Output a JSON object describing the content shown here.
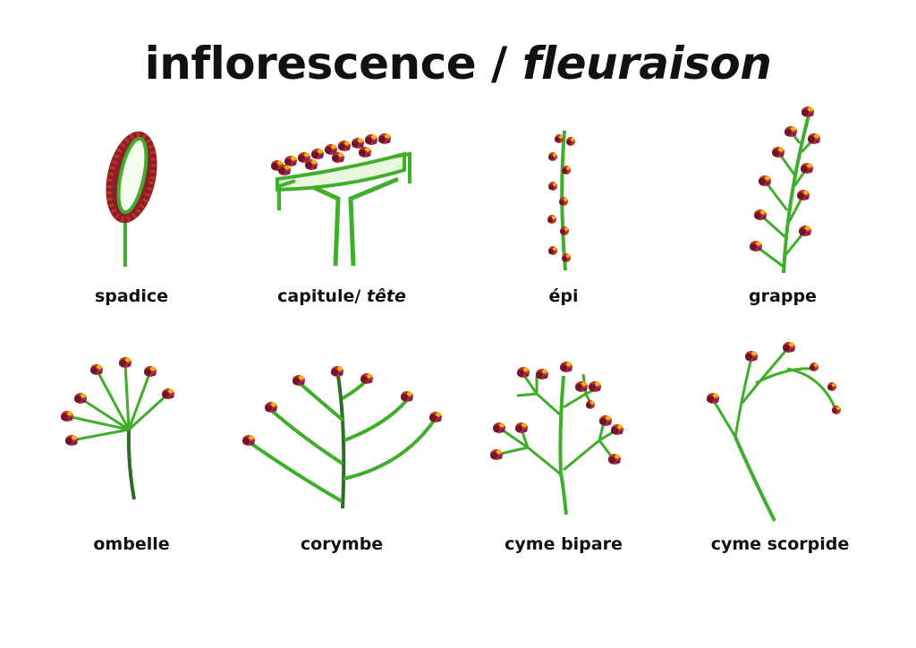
{
  "title": {
    "main": "inflorescence",
    "separator": " / ",
    "alt": "fleuraison"
  },
  "colors": {
    "stem": "#3fae2a",
    "stem_dark": "#2e6b25",
    "flower_red": "#c0321e",
    "flower_dark": "#6e1630",
    "flower_purple": "#7a1a7a",
    "flower_yellow": "#f2b01e"
  },
  "inflorescences": [
    {
      "id": "spadice",
      "label": "spadice",
      "row": 1
    },
    {
      "id": "capitule",
      "label": "capitule/",
      "label_italic": "tête",
      "row": 1
    },
    {
      "id": "epi",
      "label": "épi",
      "row": 1
    },
    {
      "id": "grappe",
      "label": "grappe",
      "row": 1
    },
    {
      "id": "ombelle",
      "label": "ombelle",
      "row": 2
    },
    {
      "id": "corymbe",
      "label": "corymbe",
      "row": 2
    },
    {
      "id": "cyme-bipare",
      "label": "cyme bipare",
      "row": 2
    },
    {
      "id": "cyme-scorpide",
      "label": "cyme scorpide",
      "row": 2
    }
  ]
}
